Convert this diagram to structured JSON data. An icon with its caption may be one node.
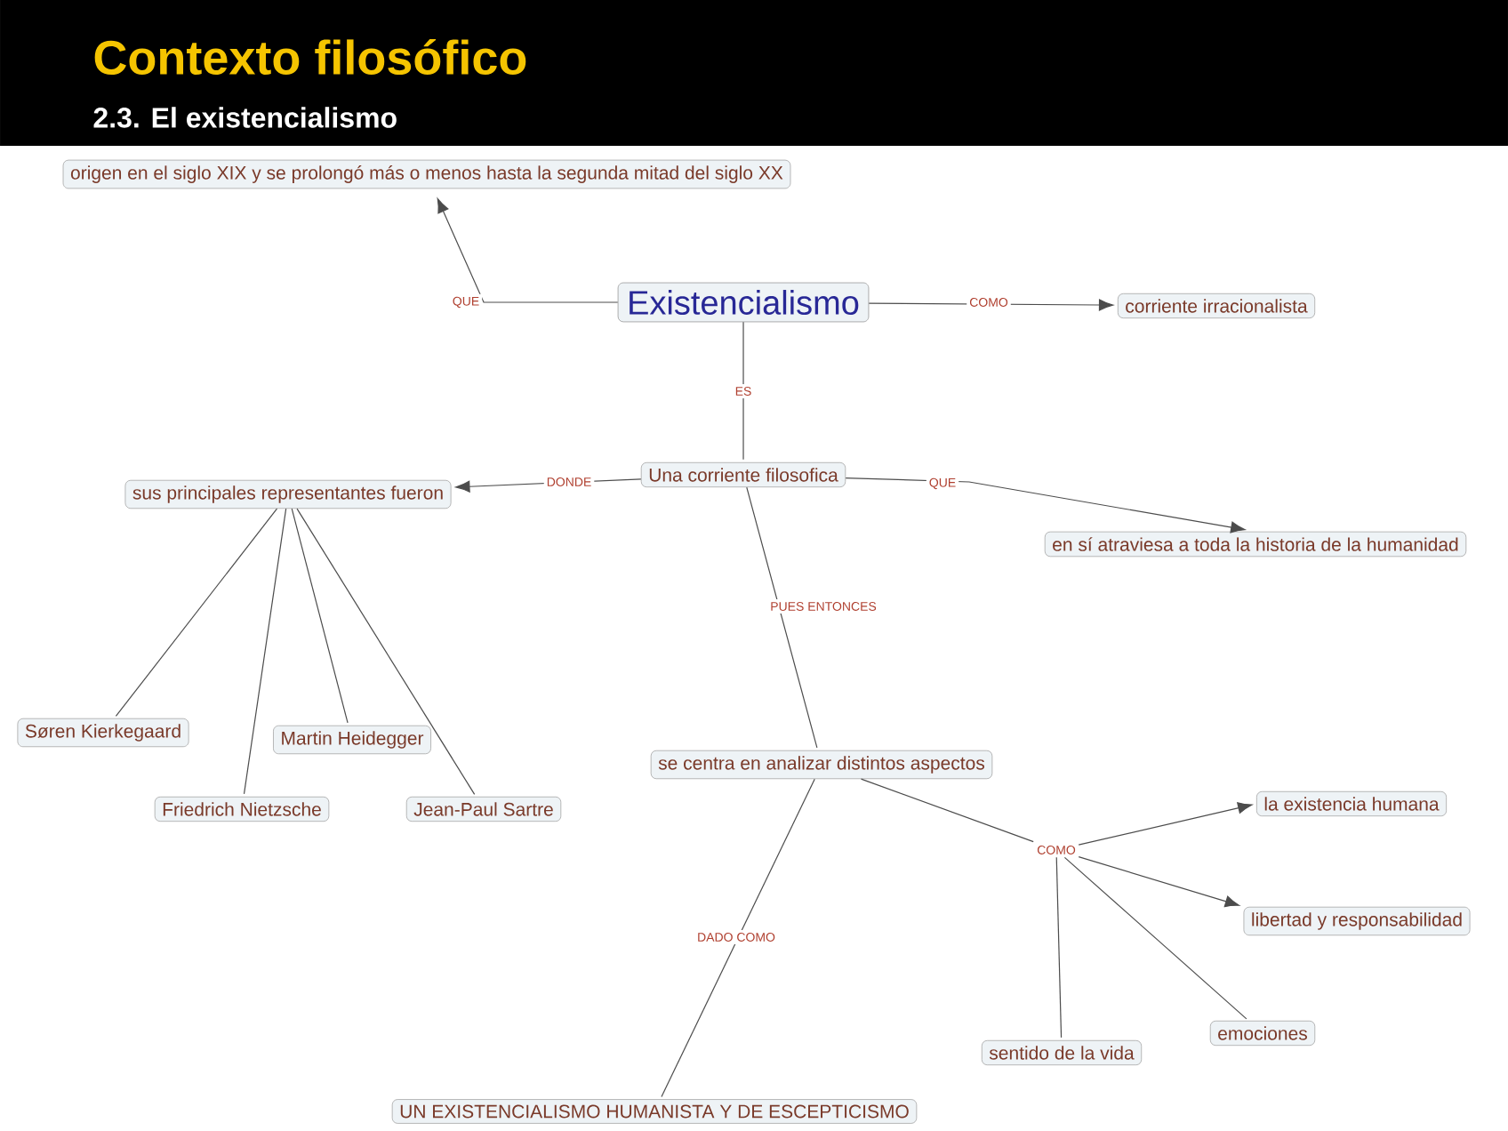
{
  "diagram": {
    "title": "Contexto filosófico",
    "nodes": [
      {
        "text": [
          "Existencialismo"
        ]
      },
      {
        "text": [
          "origen en el siglo XIX y se prolongó más o menos hasta la segunda mitad del siglo XX"
        ]
      },
      {
        "text": [
          "corriente irracionalista"
        ]
      },
      {
        "text": [
          "Una corriente filosofica"
        ]
      },
      {
        "text": [
          "sus principales representantes fueron"
        ]
      },
      {
        "text": [
          "en sí atraviesa a toda la historia de la humanidad"
        ]
      },
      {
        "text": [
          "Søren Kierkegaard"
        ]
      },
      {
        "text": [
          "Martin Heidegger"
        ]
      },
      {
        "text": [
          "Friedrich Nietzsche"
        ]
      },
      {
        "text": [
          "Jean-Paul Sartre"
        ]
      },
      {
        "text": [
          "se centra en analizar distintos aspectos"
        ]
      },
      {
        "text": [
          "COMO"
        ]
      },
      {
        "text": [
          "la existencia humana"
        ]
      },
      {
        "text": [
          "libertad y responsabilidad"
        ]
      },
      {
        "text": [
          "sentido de la vida"
        ]
      },
      {
        "text": [
          "emociones"
        ]
      },
      {
        "text": [
          "UN EXISTENCIALISMO HUMANISTA Y DE ESCEPTICISMO"
        ]
      }
    ],
    "edges": [
      {
        "from": 0,
        "to": 1,
        "arrow": "to",
        "label": "QUE"
      },
      {
        "from": 0,
        "to": 2,
        "arrow": "to",
        "label": "COMO"
      },
      {
        "from": 0,
        "to": 3,
        "arrow": "none",
        "label": "ES"
      },
      {
        "from": 3,
        "to": 4,
        "arrow": "to",
        "label": "DONDE"
      },
      {
        "from": 3,
        "to": 5,
        "arrow": "to",
        "label": "QUE"
      },
      {
        "from": 3,
        "to": 10,
        "arrow": "none",
        "label": "PUES ENTONCES"
      },
      {
        "from": 4,
        "to": 6,
        "arrow": "none"
      },
      {
        "from": 4,
        "to": 8,
        "arrow": "none"
      },
      {
        "from": 4,
        "to": 7,
        "arrow": "none"
      },
      {
        "from": 4,
        "to": 9,
        "arrow": "none"
      },
      {
        "from": 10,
        "to": 16,
        "arrow": "none",
        "label": "DADO COMO"
      },
      {
        "from": 10,
        "to": 11,
        "arrow": "none"
      },
      {
        "from": 11,
        "to": 12,
        "arrow": "to"
      },
      {
        "from": 11,
        "to": 13,
        "arrow": "to"
      },
      {
        "from": 11,
        "to": 14,
        "arrow": "none"
      },
      {
        "from": 11,
        "to": 15,
        "arrow": "none"
      }
    ],
    "labels": [
      "2.3. El existencialismo"
    ]
  }
}
